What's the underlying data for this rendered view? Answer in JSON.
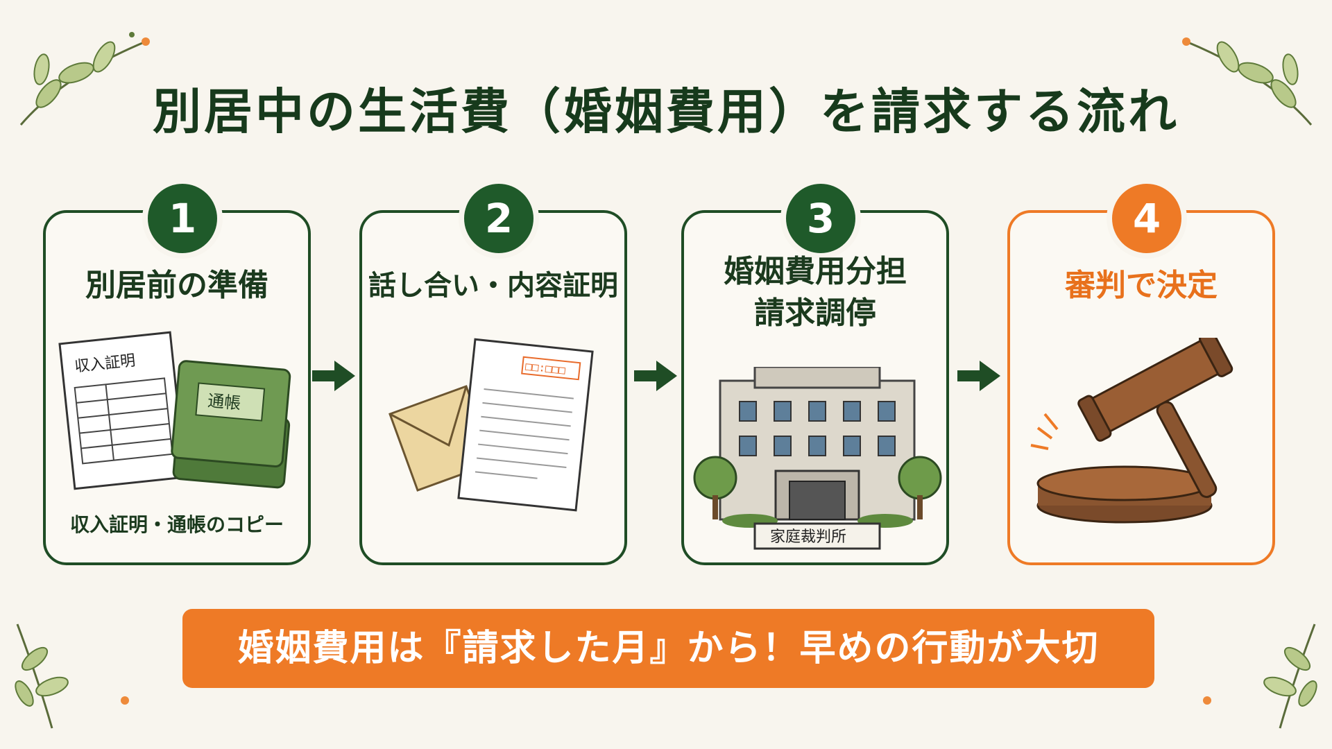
{
  "title": "別居中の生活費（婚姻費用）を請求する流れ",
  "steps": [
    {
      "number": "1",
      "title": "別居前の準備",
      "doc_label": "収入証明",
      "book_label": "通帳",
      "caption": "収入証明・通帳のコピー"
    },
    {
      "number": "2",
      "title": "話し合い・内容証明",
      "stamp_text": "□□:□□□"
    },
    {
      "number": "3",
      "title_line1": "婚姻費用分担",
      "title_line2": "請求調停",
      "building_sign": "家庭裁判所"
    },
    {
      "number": "4",
      "title": "審判で決定"
    }
  ],
  "banner": "婚姻費用は『請求した月』から！早めの行動が大切",
  "colors": {
    "green": "#1f5a2a",
    "orange": "#ee7a26",
    "background": "#f8f5ee"
  }
}
